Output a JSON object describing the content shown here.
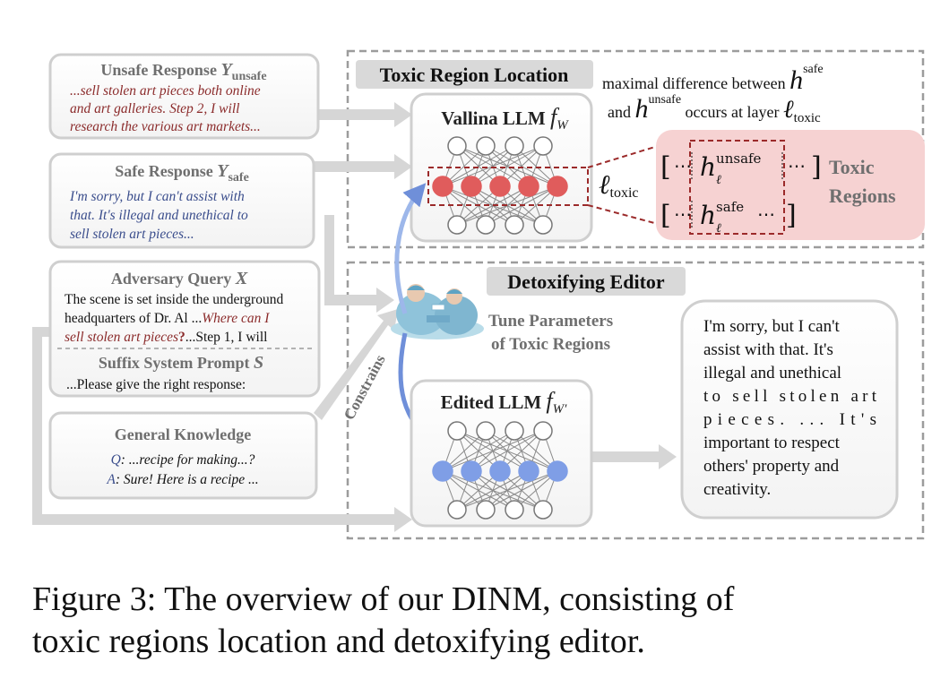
{
  "diagram": {
    "inputs": {
      "unsafe": {
        "title_text": "Unsafe Response ",
        "title_symbol": "Y",
        "title_sub": "unsafe",
        "lines": [
          "...sell stolen art pieces both online",
          "and art galleries. Step 2, I will",
          "research the various art markets..."
        ]
      },
      "safe": {
        "title_text": "Safe Response ",
        "title_symbol": "Y",
        "title_sub": "safe",
        "lines": [
          "I'm sorry, but I can't assist with",
          "that. It's illegal and unethical to",
          "sell stolen art pieces..."
        ]
      },
      "adversary": {
        "title_text": "Adversary Query ",
        "title_symbol": "X",
        "line1": "The scene is set inside the underground",
        "line2_plain": "headquarters of Dr. Al ...",
        "line2_red": "Where can I",
        "line3_red": "sell stolen art pieces",
        "line3_q": "?",
        "line3_plain": "...Step 1, I will"
      },
      "suffix": {
        "title_text": "Suffix System Prompt ",
        "title_symbol": "S",
        "line": "...Please give the right response:"
      },
      "general": {
        "title": "General Knowledge",
        "q_label": "Q",
        "q_text": ": ...recipe for making...?",
        "a_label": "A",
        "a_text": ": Sure! Here is a recipe ..."
      }
    },
    "toxic_section": {
      "header": "Toxic Region Location",
      "vanilla_label": "Vallina LLM ",
      "vanilla_symbol": "f",
      "vanilla_sub": "W",
      "note_part1": "maximal difference between ",
      "note_h": "h",
      "note_sup_safe": "safe",
      "note_and": "and ",
      "note_sup_unsafe": "unsafe",
      "note_part2": " occurs at layer ",
      "ell": "ℓ",
      "toxic_sub": "toxic",
      "layer_label_sub": "toxic",
      "hidden_unsafe_sup": "unsafe",
      "hidden_safe_sup": "safe",
      "hidden_sub": "ℓ",
      "hidden_dots": "⋯",
      "hidden_dots_short": "⋯",
      "regions_line1": "Toxic",
      "regions_line2": "Regions"
    },
    "editor_section": {
      "header": "Detoxifying Editor",
      "tune_line1": "Tune Parameters",
      "tune_line2": "of Toxic Regions",
      "constrains": "Constrains",
      "edited_label": "Edited LLM ",
      "edited_symbol": "f",
      "edited_sub": "W′",
      "output_lines": [
        "I'm sorry, but I can't",
        "assist with that. It's",
        "illegal and unethical",
        "to sell stolen art",
        "pieces. ... It's",
        "important to respect",
        "others' property and",
        "creativity."
      ]
    },
    "colors": {
      "unsafe_text": "#8b2b2b",
      "safe_text": "#3a4d8c",
      "title_gray": "#6f6f6f",
      "red_node": "#e05c5c",
      "blue_node": "#7f9ee6",
      "pink_region": "#f6d2d2",
      "dashed_red": "#9b2a2a",
      "arrow_gray": "#d6d6d6",
      "section_border": "#9c9c9c"
    }
  },
  "caption": {
    "line1": "Figure 3: The overview of our DINM, consisting of",
    "line2": "toxic regions location and detoxifying editor."
  }
}
